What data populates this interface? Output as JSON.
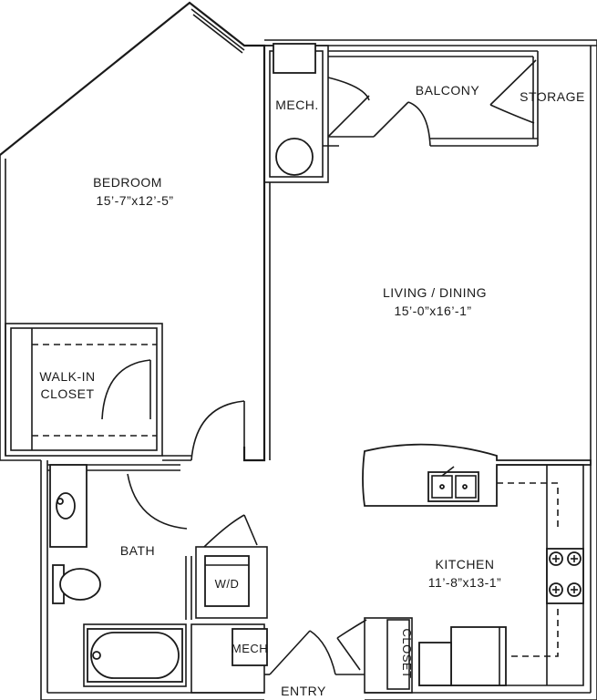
{
  "rooms": {
    "bedroom": {
      "name": "BEDROOM",
      "dims": "15’-7”x12’-5”"
    },
    "living": {
      "name": "LIVING / DINING",
      "dims": "15’-0”x16’-1”"
    },
    "kitchen": {
      "name": "KITCHEN",
      "dims": "11’-8”x13-1”"
    },
    "walkin": {
      "line1": "WALK-IN",
      "line2": "CLOSET"
    },
    "bath": {
      "name": "BATH"
    },
    "balcony": {
      "name": "BALCONY"
    },
    "storage": {
      "name": "STORAGE"
    },
    "mech_top": {
      "name": "MECH."
    },
    "mech_bottom": {
      "name": "MECH"
    },
    "washer_dryer": {
      "name": "W/D"
    },
    "closet": {
      "name": "CLOSET"
    },
    "entry": {
      "name": "ENTRY"
    }
  },
  "colors": {
    "line": "#1a1a1a",
    "background": "#ffffff"
  }
}
